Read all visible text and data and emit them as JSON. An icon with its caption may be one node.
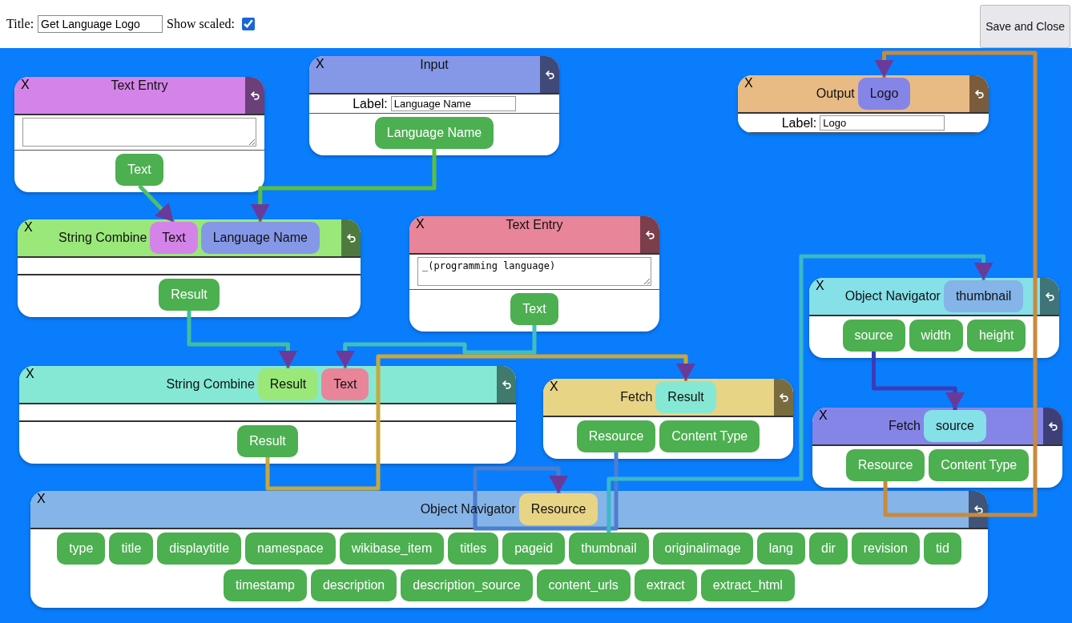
{
  "diagram": {
    "nodes": [
      {
        "text": [
          "X",
          "Text Entry"
        ]
      },
      {
        "text": [
          "Text"
        ],
        "in": 0
      },
      {
        "text": [
          "X",
          "Input",
          "Label:",
          "Language Name"
        ]
      },
      {
        "text": [
          "Language Name"
        ],
        "in": 2
      },
      {
        "text": [
          "X",
          "Output",
          "Label:",
          "Logo"
        ]
      },
      {
        "text": [
          "Logo"
        ],
        "in": 4
      },
      {
        "text": [
          "X",
          "String Combine"
        ]
      },
      {
        "text": [
          "Text"
        ],
        "in": 6
      },
      {
        "text": [
          "Language Name"
        ],
        "in": 6
      },
      {
        "text": [
          "Result"
        ],
        "in": 6
      },
      {
        "text": [
          "X",
          "Text Entry",
          "_(programming language)"
        ]
      },
      {
        "text": [
          "Text"
        ],
        "in": 10
      },
      {
        "text": [
          "X",
          "Object Navigator"
        ]
      },
      {
        "text": [
          "thumbnail"
        ],
        "in": 12
      },
      {
        "text": [
          "source"
        ],
        "in": 12
      },
      {
        "text": [
          "width"
        ],
        "in": 12
      },
      {
        "text": [
          "height"
        ],
        "in": 12
      },
      {
        "text": [
          "X",
          "String Combine"
        ]
      },
      {
        "text": [
          "Result"
        ],
        "in": 17
      },
      {
        "text": [
          "Text"
        ],
        "in": 17
      },
      {
        "text": [
          "Result"
        ],
        "in": 17
      },
      {
        "text": [
          "X",
          "Fetch"
        ]
      },
      {
        "text": [
          "Result"
        ],
        "in": 21
      },
      {
        "text": [
          "Resource"
        ],
        "in": 21
      },
      {
        "text": [
          "Content Type"
        ],
        "in": 21
      },
      {
        "text": [
          "X",
          "Fetch"
        ]
      },
      {
        "text": [
          "source"
        ],
        "in": 25
      },
      {
        "text": [
          "Resource"
        ],
        "in": 25
      },
      {
        "text": [
          "Content Type"
        ],
        "in": 25
      },
      {
        "text": [
          "X",
          "Object Navigator"
        ]
      },
      {
        "text": [
          "Resource"
        ],
        "in": 29
      },
      {
        "text": [
          "type"
        ],
        "in": 29
      },
      {
        "text": [
          "title"
        ],
        "in": 29
      },
      {
        "text": [
          "displaytitle"
        ],
        "in": 29
      },
      {
        "text": [
          "namespace"
        ],
        "in": 29
      },
      {
        "text": [
          "wikibase_item"
        ],
        "in": 29
      },
      {
        "text": [
          "titles"
        ],
        "in": 29
      },
      {
        "text": [
          "pageid"
        ],
        "in": 29
      },
      {
        "text": [
          "thumbnail"
        ],
        "in": 29
      },
      {
        "text": [
          "originalimage"
        ],
        "in": 29
      },
      {
        "text": [
          "lang"
        ],
        "in": 29
      },
      {
        "text": [
          "dir"
        ],
        "in": 29
      },
      {
        "text": [
          "revision"
        ],
        "in": 29
      },
      {
        "text": [
          "tid"
        ],
        "in": 29
      },
      {
        "text": [
          "timestamp"
        ],
        "in": 29
      },
      {
        "text": [
          "description"
        ],
        "in": 29
      },
      {
        "text": [
          "description_source"
        ],
        "in": 29
      },
      {
        "text": [
          "content_urls"
        ],
        "in": 29
      },
      {
        "text": [
          "extract"
        ],
        "in": 29
      },
      {
        "text": [
          "extract_html"
        ],
        "in": 29
      }
    ],
    "edges": [
      {
        "from": 1,
        "to": 7,
        "arrow": "to",
        "color": "#4cbf6a"
      },
      {
        "from": 3,
        "to": 8,
        "arrow": "to",
        "color": "#5cbf3c"
      },
      {
        "from": 9,
        "to": 18,
        "arrow": "to",
        "color": "#3fbfa0"
      },
      {
        "from": 11,
        "to": 19,
        "arrow": "to",
        "color": "#3fbfbf"
      },
      {
        "from": 20,
        "to": 22,
        "arrow": "to",
        "color": "#c8a83a"
      },
      {
        "from": 23,
        "to": 30,
        "arrow": "to",
        "color": "#4a7fd0"
      },
      {
        "from": 38,
        "to": 13,
        "arrow": "to",
        "color": "#3ab8c8"
      },
      {
        "from": 14,
        "to": 26,
        "arrow": "to",
        "color": "#3b3bb8"
      },
      {
        "from": 27,
        "to": 5,
        "arrow": "to",
        "color": "#c88a3c"
      }
    ],
    "labels": [
      "Title:",
      "Get Language Logo",
      "Show scaled:",
      "Save and Close"
    ]
  }
}
